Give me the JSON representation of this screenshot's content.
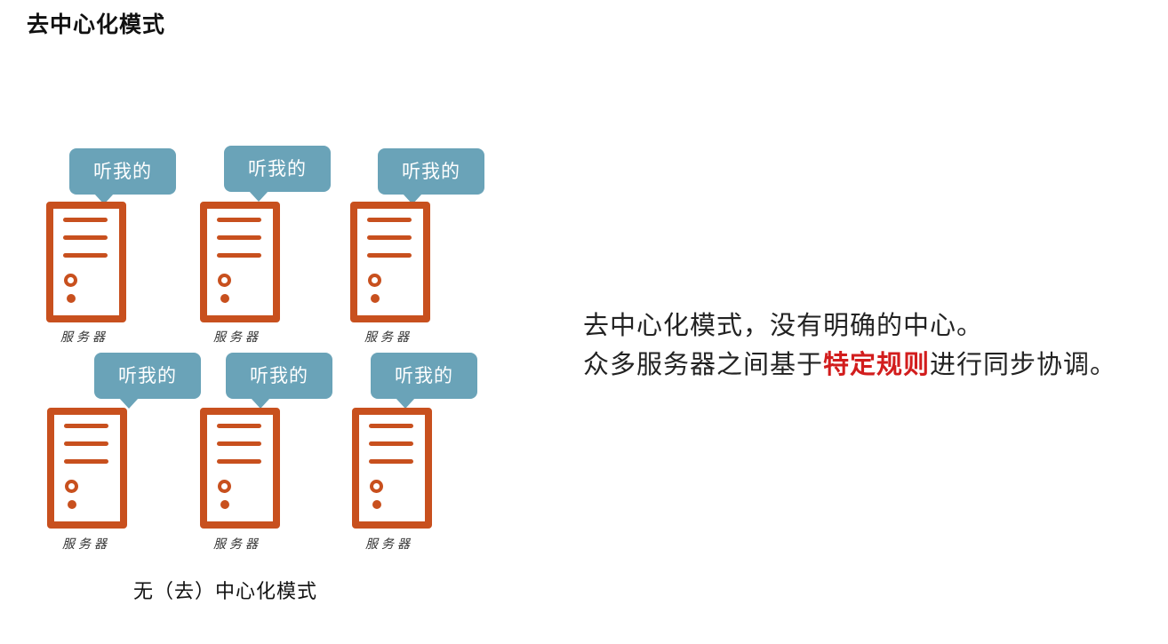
{
  "title": "去中心化模式",
  "nodes": [
    {
      "bubble": "听我的",
      "label": "服务器"
    },
    {
      "bubble": "听我的",
      "label": "服务器"
    },
    {
      "bubble": "听我的",
      "label": "服务器"
    },
    {
      "bubble": "听我的",
      "label": "服务器"
    },
    {
      "bubble": "听我的",
      "label": "服务器"
    },
    {
      "bubble": "听我的",
      "label": "服务器"
    }
  ],
  "caption": "无（去）中心化模式",
  "description": {
    "line1": "去中心化模式，没有明确的中心。",
    "line2_before": "众多服务器之间基于",
    "line2_highlight": "特定规则",
    "line2_after": "进行同步协调。"
  },
  "colors": {
    "bubble": "#6aa3b8",
    "server": "#c8501e",
    "highlight": "#d21d1d"
  }
}
